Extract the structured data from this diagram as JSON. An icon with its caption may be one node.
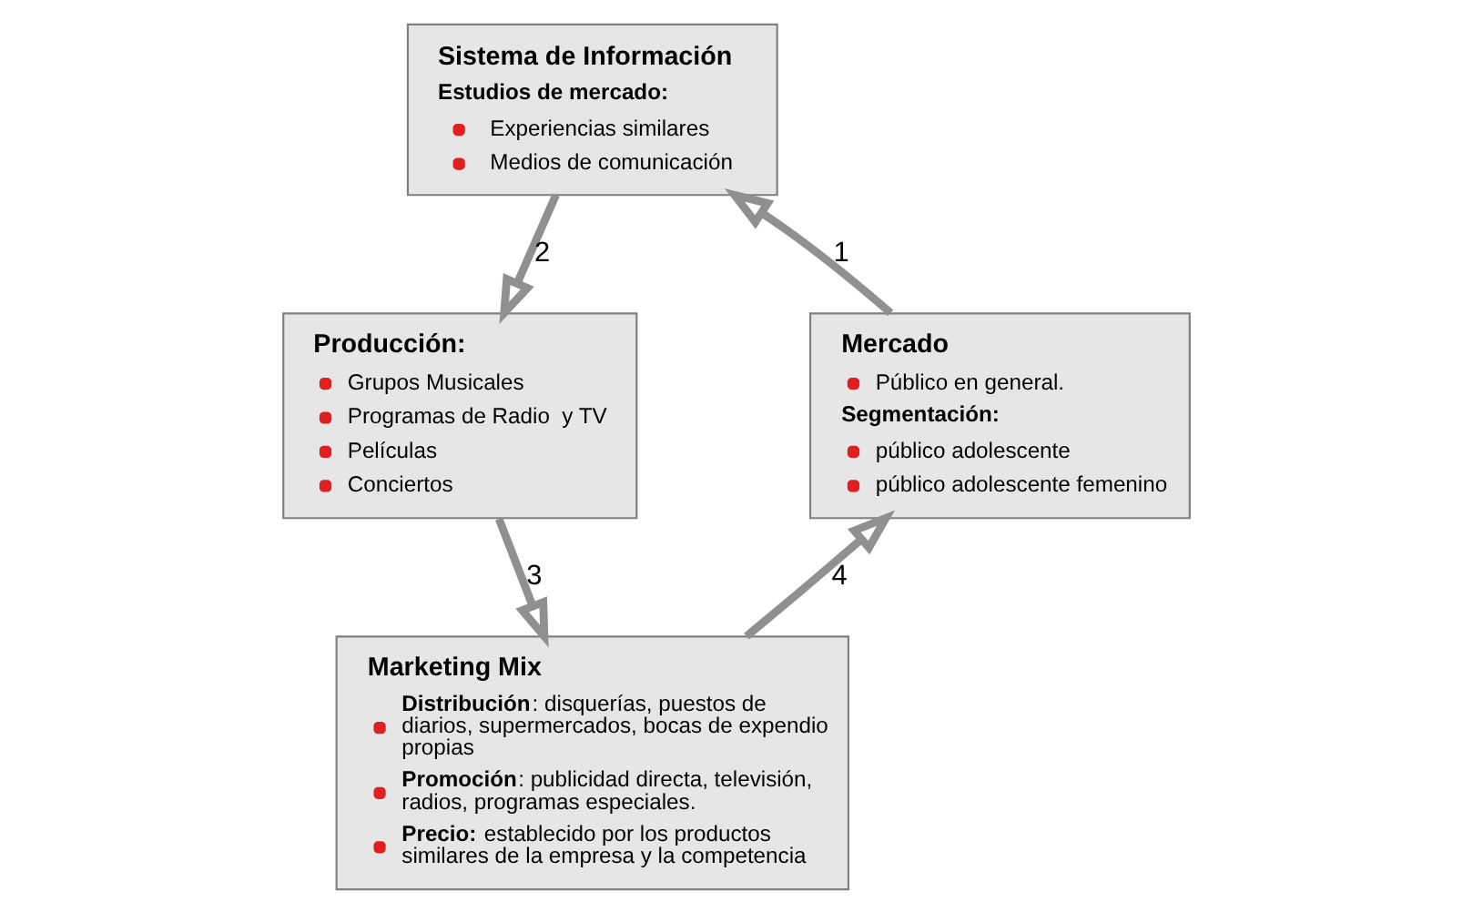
{
  "diagram": {
    "nodes": [
      {
        "text": [
          "Sistema de Información",
          "Estudios de mercado:",
          "Experiencias similares",
          "Medios de comunicación"
        ]
      },
      {
        "text": [
          "Producción:",
          "Grupos Musicales",
          "Programas de Radio  y TV",
          "Películas",
          "Conciertos"
        ]
      },
      {
        "text": [
          "Marketing Mix",
          "**Distribución**: disquerías, puestos de diarios, supermercados, bocas de expendio propias",
          "**Promoción**: publicidad directa, televisión, radios, programas especiales.",
          "**Precio:** establecido por los productos similares de la empresa y la competencia"
        ]
      },
      {
        "text": [
          "Mercado",
          "Público en general.",
          "Segmentación:",
          "público adolescente",
          "público adolescente femenino"
        ]
      }
    ],
    "edges": [
      {
        "from": 3,
        "to": 0,
        "arrow": "to",
        "label": "1"
      },
      {
        "from": 0,
        "to": 1,
        "arrow": "to",
        "label": "2"
      },
      {
        "from": 1,
        "to": 2,
        "arrow": "to",
        "label": "3"
      },
      {
        "from": 2,
        "to": 3,
        "arrow": "to",
        "label": "4"
      }
    ]
  }
}
